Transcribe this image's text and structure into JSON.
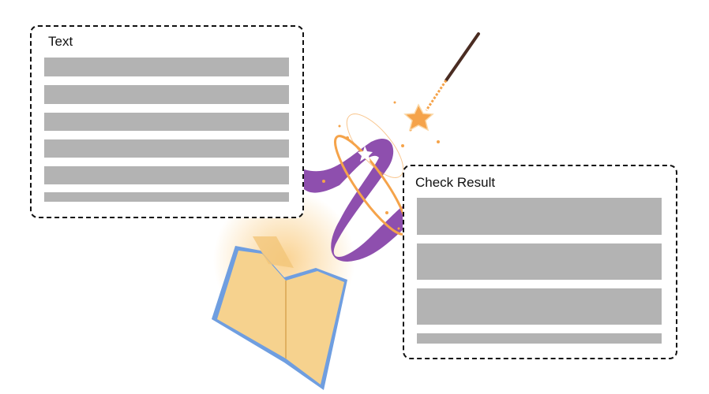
{
  "input_panel": {
    "title": "Text",
    "line_count": 6
  },
  "output_panel": {
    "title": "Check Result",
    "line_count": 4
  },
  "illustration": {
    "icons": [
      "magic-book-icon",
      "magic-wand-icon",
      "star-icon",
      "magic-swirl-icon"
    ]
  },
  "colors": {
    "placeholder": "#b3b3b3",
    "swirl": "#8e4fae",
    "sparkle": "#f5a34a",
    "book_pages": "#f6d28e",
    "book_cover": "#6f9ee0",
    "wand": "#4a2c22"
  }
}
